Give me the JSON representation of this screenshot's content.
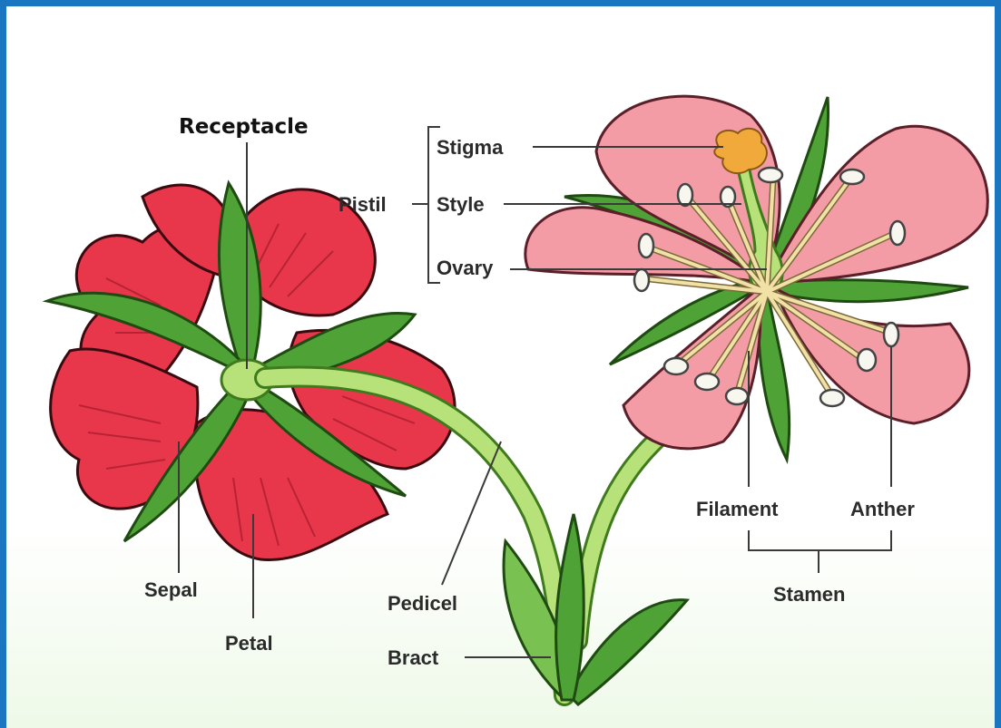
{
  "labels": {
    "receptacle": "Receptacle",
    "stigma": "Stigma",
    "pistil": "Pistil",
    "style": "Style",
    "ovary": "Ovary",
    "sepal": "Sepal",
    "petal": "Petal",
    "pedicel": "Pedicel",
    "bract": "Bract",
    "filament": "Filament",
    "anther": "Anther",
    "stamen": "Stamen"
  },
  "colors": {
    "frame": "#1a76c0",
    "red_petal": "#e8374a",
    "pink_petal": "#f39ca6",
    "green_sepal": "#4fa236",
    "light_green": "#b7e27a",
    "stigma": "#f2a93b",
    "filament": "#f1e1a6"
  }
}
